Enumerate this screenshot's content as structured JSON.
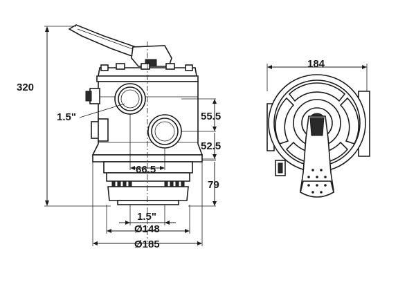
{
  "front_view": {
    "height_label": "320",
    "port_size_side_label": "1.5\"",
    "port_spacing_vertical_label": "55.5",
    "port_offset_vertical_label": "52.5",
    "port_spacing_horizontal_label": "66.5",
    "base_height_label": "79",
    "bottom_port_size_label": "1.5\"",
    "bolt_circle_label": "Ø148",
    "base_diameter_label": "Ø185"
  },
  "top_view": {
    "width_label": "184"
  }
}
